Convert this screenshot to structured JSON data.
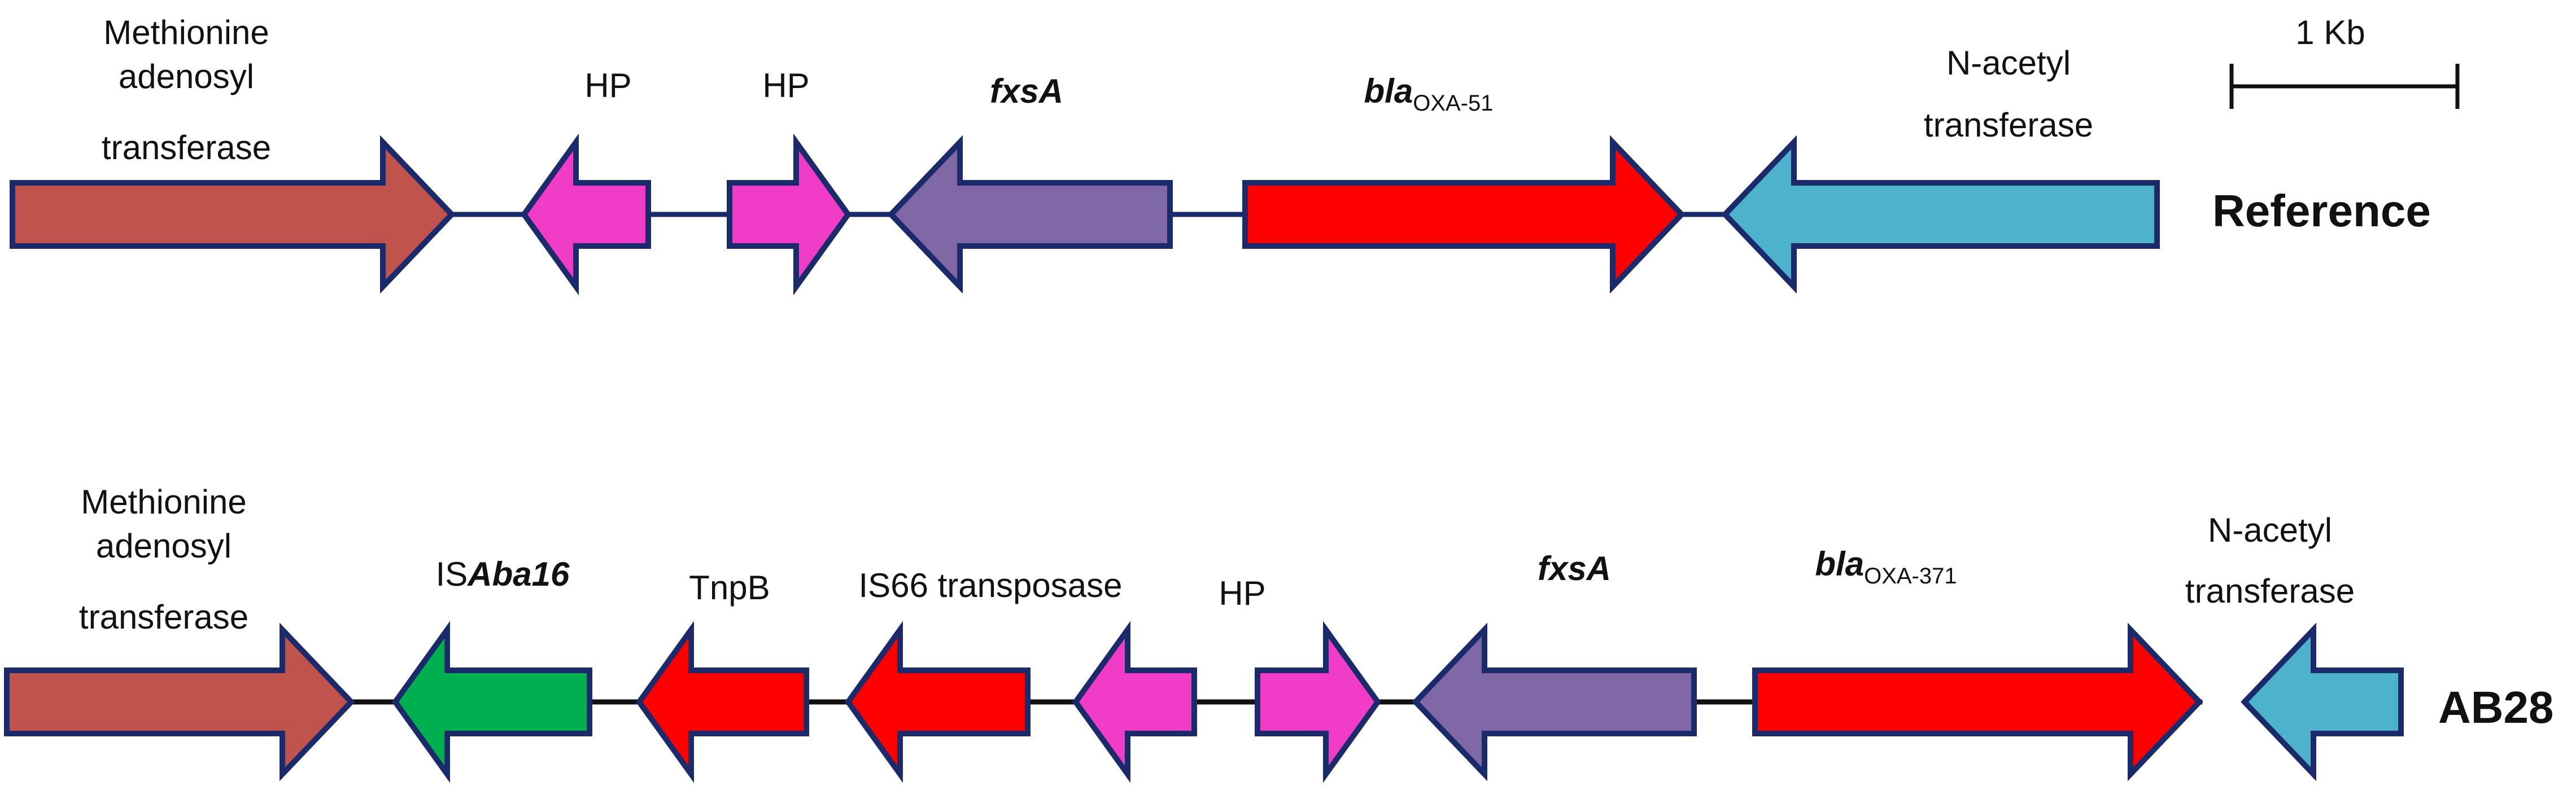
{
  "colors": {
    "outline": "#1b2a6b",
    "line": "#1b2a6b",
    "methionine": "#c0544c",
    "hp": "#f03cc6",
    "fxsa": "#8068a6",
    "bla": "#ff0000",
    "acetyl": "#4db3cc",
    "isaba": "#00b050",
    "tnp": "#ff0000"
  },
  "scale_bar": {
    "label": "1 Kb"
  },
  "tracks": [
    {
      "name": "Reference",
      "genes": [
        {
          "id": "methionine",
          "label_lines": [
            "Methionine",
            "adenosyl",
            "transferase"
          ],
          "color_key": "methionine",
          "strand": "+"
        },
        {
          "id": "hp1",
          "label_lines": [
            "HP"
          ],
          "color_key": "hp",
          "strand": "-"
        },
        {
          "id": "hp2",
          "label_lines": [
            "HP"
          ],
          "color_key": "hp",
          "strand": "+"
        },
        {
          "id": "fxsa",
          "label_italic": "fxsA",
          "color_key": "fxsa",
          "strand": "-"
        },
        {
          "id": "bla",
          "label_italic": "bla",
          "label_sub": "OXA-51",
          "color_key": "bla",
          "strand": "+"
        },
        {
          "id": "acetyl",
          "label_lines": [
            "N-acetyl",
            "transferase"
          ],
          "color_key": "acetyl",
          "strand": "-"
        }
      ]
    },
    {
      "name": "AB28",
      "genes": [
        {
          "id": "methionine",
          "label_lines": [
            "Methionine",
            "adenosyl",
            "transferase"
          ],
          "color_key": "methionine",
          "strand": "+"
        },
        {
          "id": "isaba16",
          "label_prefix": "IS",
          "label_italic": "Aba16",
          "color_key": "isaba",
          "strand": "-"
        },
        {
          "id": "tnpb",
          "label_lines": [
            "TnpB"
          ],
          "color_key": "tnp",
          "strand": "-"
        },
        {
          "id": "is66",
          "label_lines": [
            "IS66 transposase"
          ],
          "color_key": "tnp",
          "strand": "-"
        },
        {
          "id": "hp1",
          "label_lines": [
            "HP"
          ],
          "color_key": "hp",
          "strand": "-"
        },
        {
          "id": "hp2",
          "label_lines": [],
          "color_key": "hp",
          "strand": "+"
        },
        {
          "id": "fxsa",
          "label_italic": "fxsA",
          "color_key": "fxsa",
          "strand": "-"
        },
        {
          "id": "bla",
          "label_italic": "bla",
          "label_sub": "OXA-371",
          "color_key": "bla",
          "strand": "+"
        },
        {
          "id": "acetyl",
          "label_lines": [
            "N-acetyl",
            "transferase"
          ],
          "color_key": "acetyl",
          "strand": "-"
        }
      ]
    }
  ]
}
